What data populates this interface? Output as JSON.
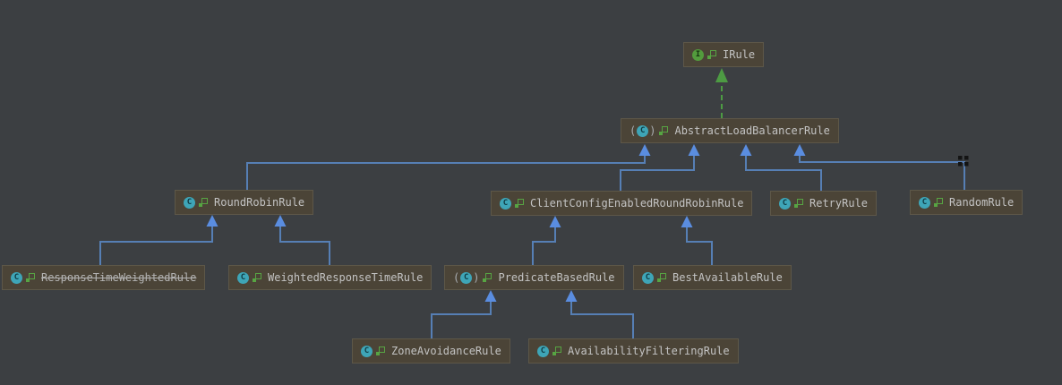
{
  "diagram": {
    "tool": "IntelliJ IDEA UML class diagram",
    "colors": {
      "background": "#3c3f42",
      "node_background": "#4b4437",
      "node_border": "#5d5748",
      "node_text": "#c3c3c3",
      "extends_edge": "#567fb5",
      "extends_arrow": "#5a8de0",
      "implements_edge": "#4d9b43",
      "class_icon": "#3ea5b7",
      "interface_icon": "#539b3d",
      "modifier_icon": "#57a443",
      "bend_handle": "#141414"
    },
    "nodes": [
      {
        "label": "IRule",
        "kind": "interface",
        "icon": "interface-icon",
        "icon_letter": "I",
        "deprecated": false
      },
      {
        "label": "AbstractLoadBalancerRule",
        "kind": "abstract-class",
        "icon": "abstract-class-icon",
        "icon_letter": "C",
        "deprecated": false
      },
      {
        "label": "RoundRobinRule",
        "kind": "class",
        "icon": "class-icon",
        "icon_letter": "C",
        "deprecated": false
      },
      {
        "label": "ClientConfigEnabledRoundRobinRule",
        "kind": "class",
        "icon": "class-icon",
        "icon_letter": "C",
        "deprecated": false
      },
      {
        "label": "RetryRule",
        "kind": "class",
        "icon": "class-icon",
        "icon_letter": "C",
        "deprecated": false
      },
      {
        "label": "RandomRule",
        "kind": "class",
        "icon": "class-icon",
        "icon_letter": "C",
        "deprecated": false
      },
      {
        "label": "ResponseTimeWeightedRule",
        "kind": "class",
        "icon": "class-icon",
        "icon_letter": "C",
        "deprecated": true
      },
      {
        "label": "WeightedResponseTimeRule",
        "kind": "class",
        "icon": "class-icon",
        "icon_letter": "C",
        "deprecated": false
      },
      {
        "label": "PredicateBasedRule",
        "kind": "abstract-class",
        "icon": "abstract-class-icon",
        "icon_letter": "C",
        "deprecated": false
      },
      {
        "label": "BestAvailableRule",
        "kind": "class",
        "icon": "class-icon",
        "icon_letter": "C",
        "deprecated": false
      },
      {
        "label": "ZoneAvoidanceRule",
        "kind": "class",
        "icon": "class-icon",
        "icon_letter": "C",
        "deprecated": false
      },
      {
        "label": "AvailabilityFilteringRule",
        "kind": "class",
        "icon": "class-icon",
        "icon_letter": "C",
        "deprecated": false
      }
    ],
    "edges": [
      {
        "from": "AbstractLoadBalancerRule",
        "to": "IRule",
        "type": "implements"
      },
      {
        "from": "RoundRobinRule",
        "to": "AbstractLoadBalancerRule",
        "type": "extends"
      },
      {
        "from": "ClientConfigEnabledRoundRobinRule",
        "to": "AbstractLoadBalancerRule",
        "type": "extends"
      },
      {
        "from": "RetryRule",
        "to": "AbstractLoadBalancerRule",
        "type": "extends"
      },
      {
        "from": "RandomRule",
        "to": "AbstractLoadBalancerRule",
        "type": "extends"
      },
      {
        "from": "ResponseTimeWeightedRule",
        "to": "RoundRobinRule",
        "type": "extends"
      },
      {
        "from": "WeightedResponseTimeRule",
        "to": "RoundRobinRule",
        "type": "extends"
      },
      {
        "from": "PredicateBasedRule",
        "to": "ClientConfigEnabledRoundRobinRule",
        "type": "extends"
      },
      {
        "from": "BestAvailableRule",
        "to": "ClientConfigEnabledRoundRobinRule",
        "type": "extends"
      },
      {
        "from": "ZoneAvoidanceRule",
        "to": "PredicateBasedRule",
        "type": "extends"
      },
      {
        "from": "AvailabilityFilteringRule",
        "to": "PredicateBasedRule",
        "type": "extends"
      }
    ]
  }
}
